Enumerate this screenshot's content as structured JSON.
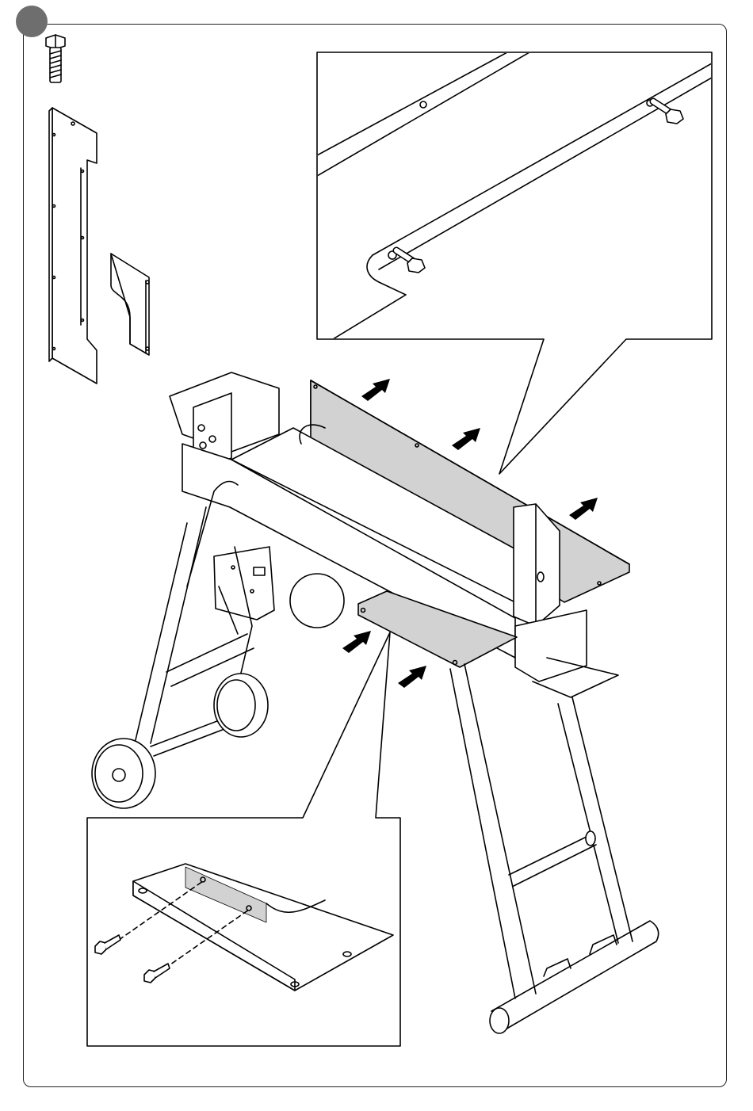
{
  "page": {
    "step_marker": "filled-circle",
    "colors": {
      "line": "#000000",
      "shaded_plate": "#d2d2d2",
      "badge": "#6e6e6e",
      "background": "#ffffff"
    }
  },
  "parts": [
    {
      "name": "bolt",
      "icon": "hex-bolt-icon"
    },
    {
      "name": "long-side-plate",
      "icon": "side-plate-icon"
    },
    {
      "name": "short-side-plate",
      "icon": "bracket-plate-icon"
    }
  ],
  "callouts": [
    {
      "name": "top-detail",
      "shows": "bolts-through-side-plate"
    },
    {
      "name": "bottom-detail",
      "shows": "screws-into-front-plate"
    }
  ],
  "arrows": {
    "count": 5,
    "icon": "arrow-icon"
  }
}
